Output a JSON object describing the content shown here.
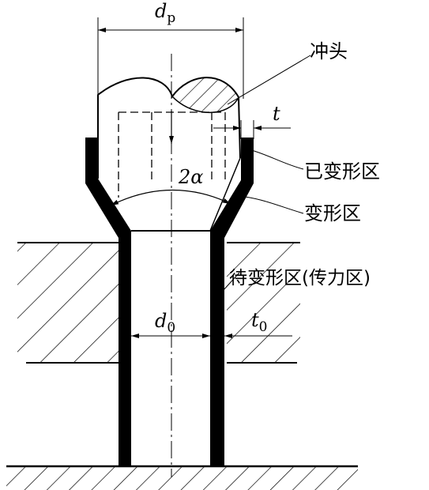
{
  "labels": {
    "dp_main": "d",
    "dp_sub": "p",
    "punch": "冲头",
    "t": "t",
    "deformed_zone": "已变形区",
    "angle": "2α",
    "deforming_zone": "变形区",
    "pending_zone": "待变形区(传力区)",
    "d0_main": "d",
    "d0_sub": "0",
    "t0_main": "t",
    "t0_sub": "0"
  }
}
